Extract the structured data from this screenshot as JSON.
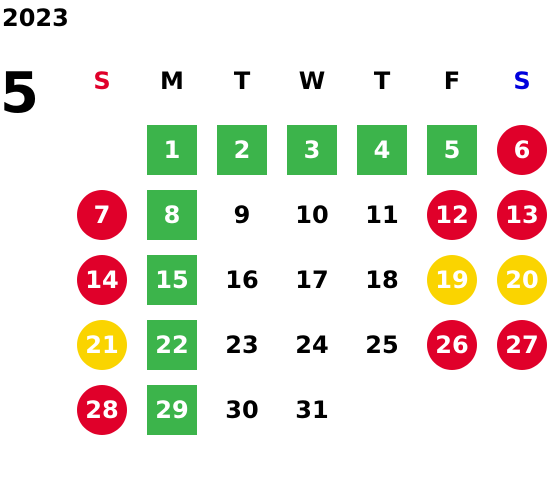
{
  "year": "2023",
  "month": "5",
  "weekdays": [
    {
      "label": "S",
      "color": "#e0002a"
    },
    {
      "label": "M",
      "color": "#000000"
    },
    {
      "label": "T",
      "color": "#000000"
    },
    {
      "label": "W",
      "color": "#000000"
    },
    {
      "label": "T",
      "color": "#000000"
    },
    {
      "label": "F",
      "color": "#000000"
    },
    {
      "label": "S",
      "color": "#0000dd"
    }
  ],
  "days": [
    {
      "day": "1",
      "col": 1,
      "row": 0,
      "style": "green"
    },
    {
      "day": "2",
      "col": 2,
      "row": 0,
      "style": "green"
    },
    {
      "day": "3",
      "col": 3,
      "row": 0,
      "style": "green"
    },
    {
      "day": "4",
      "col": 4,
      "row": 0,
      "style": "green"
    },
    {
      "day": "5",
      "col": 5,
      "row": 0,
      "style": "green"
    },
    {
      "day": "6",
      "col": 6,
      "row": 0,
      "style": "red"
    },
    {
      "day": "7",
      "col": 0,
      "row": 1,
      "style": "red"
    },
    {
      "day": "8",
      "col": 1,
      "row": 1,
      "style": "green"
    },
    {
      "day": "9",
      "col": 2,
      "row": 1,
      "style": "plain"
    },
    {
      "day": "10",
      "col": 3,
      "row": 1,
      "style": "plain"
    },
    {
      "day": "11",
      "col": 4,
      "row": 1,
      "style": "plain"
    },
    {
      "day": "12",
      "col": 5,
      "row": 1,
      "style": "red"
    },
    {
      "day": "13",
      "col": 6,
      "row": 1,
      "style": "red"
    },
    {
      "day": "14",
      "col": 0,
      "row": 2,
      "style": "red"
    },
    {
      "day": "15",
      "col": 1,
      "row": 2,
      "style": "green"
    },
    {
      "day": "16",
      "col": 2,
      "row": 2,
      "style": "plain"
    },
    {
      "day": "17",
      "col": 3,
      "row": 2,
      "style": "plain"
    },
    {
      "day": "18",
      "col": 4,
      "row": 2,
      "style": "plain"
    },
    {
      "day": "19",
      "col": 5,
      "row": 2,
      "style": "yellow"
    },
    {
      "day": "20",
      "col": 6,
      "row": 2,
      "style": "yellow"
    },
    {
      "day": "21",
      "col": 0,
      "row": 3,
      "style": "yellow"
    },
    {
      "day": "22",
      "col": 1,
      "row": 3,
      "style": "green"
    },
    {
      "day": "23",
      "col": 2,
      "row": 3,
      "style": "plain"
    },
    {
      "day": "24",
      "col": 3,
      "row": 3,
      "style": "plain"
    },
    {
      "day": "25",
      "col": 4,
      "row": 3,
      "style": "plain"
    },
    {
      "day": "26",
      "col": 5,
      "row": 3,
      "style": "red"
    },
    {
      "day": "27",
      "col": 6,
      "row": 3,
      "style": "red"
    },
    {
      "day": "28",
      "col": 0,
      "row": 4,
      "style": "red"
    },
    {
      "day": "29",
      "col": 1,
      "row": 4,
      "style": "green"
    },
    {
      "day": "30",
      "col": 2,
      "row": 4,
      "style": "plain"
    },
    {
      "day": "31",
      "col": 3,
      "row": 4,
      "style": "plain"
    }
  ]
}
